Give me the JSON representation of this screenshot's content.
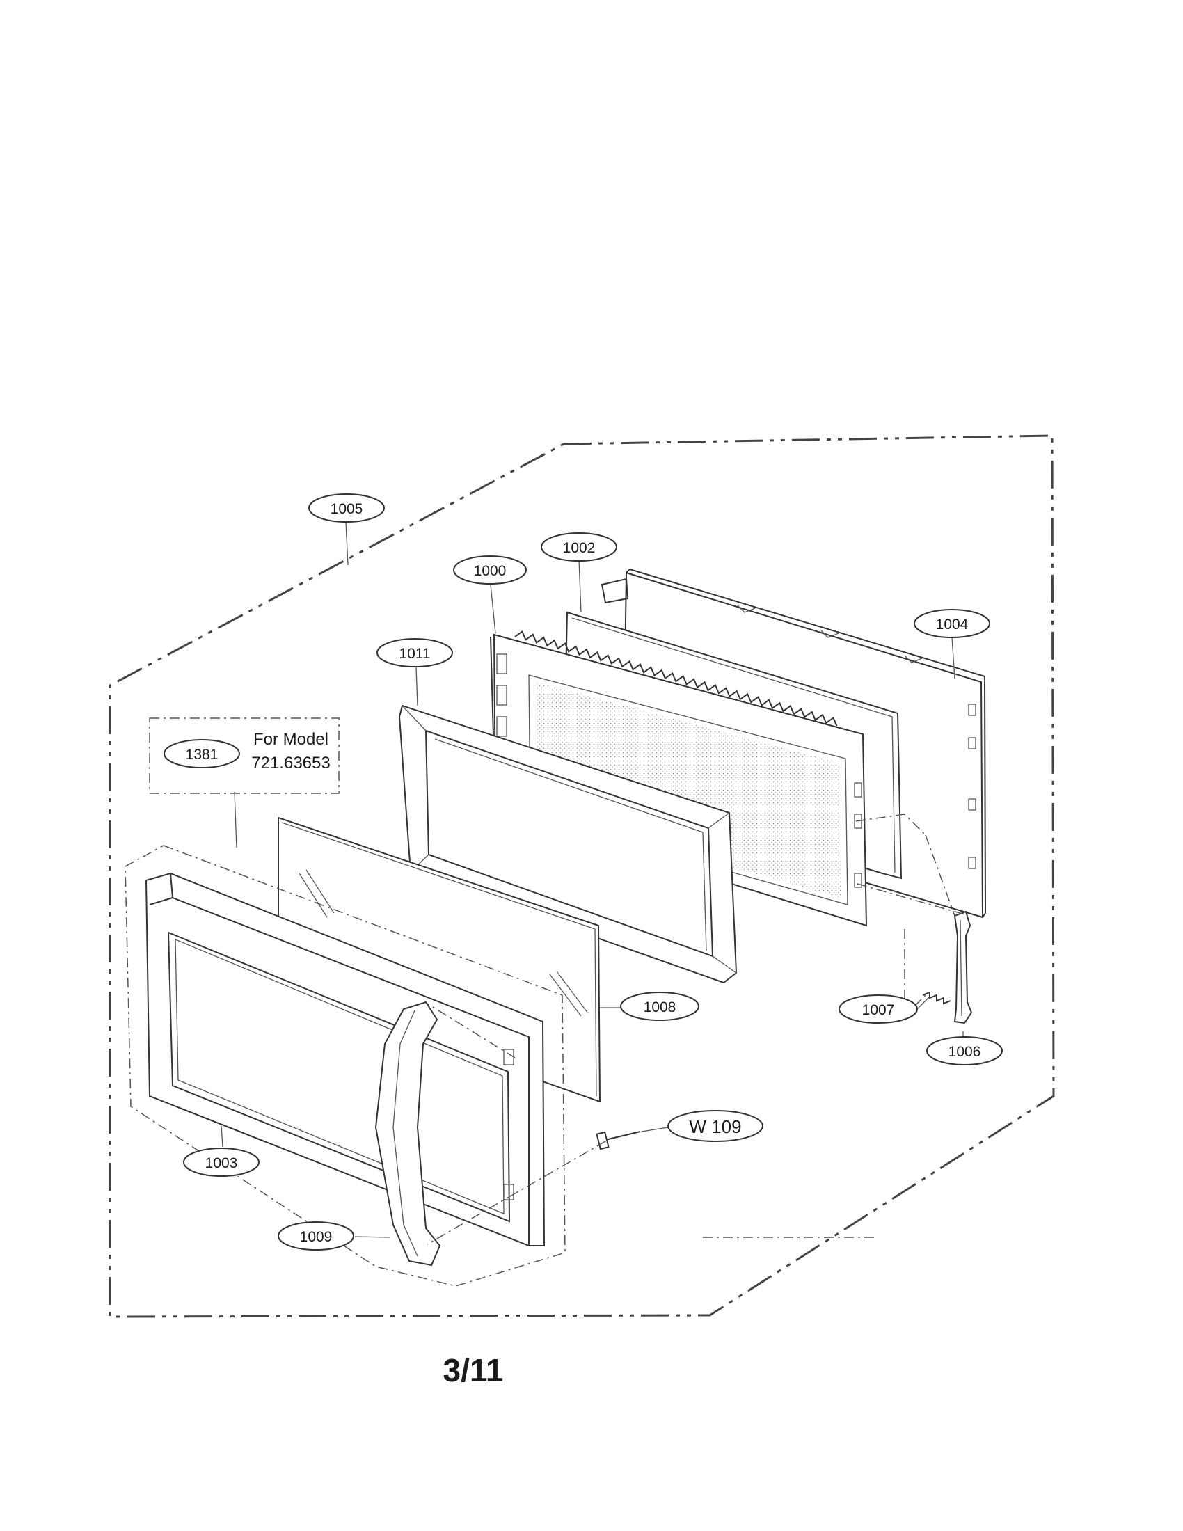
{
  "parts": [
    {
      "id": "p1005",
      "label": "1005"
    },
    {
      "id": "p1000",
      "label": "1000"
    },
    {
      "id": "p1002",
      "label": "1002"
    },
    {
      "id": "p1004",
      "label": "1004"
    },
    {
      "id": "p1011",
      "label": "1011"
    },
    {
      "id": "p1381",
      "label": "1381"
    },
    {
      "id": "p1008",
      "label": "1008"
    },
    {
      "id": "p1007",
      "label": "1007"
    },
    {
      "id": "p1006",
      "label": "1006"
    },
    {
      "id": "pW109",
      "label": "W 109"
    },
    {
      "id": "p1003",
      "label": "1003"
    },
    {
      "id": "p1009",
      "label": "1009"
    }
  ],
  "model_note": {
    "line1": "For Model",
    "line2": "721.63653"
  },
  "page_number": "3/11"
}
